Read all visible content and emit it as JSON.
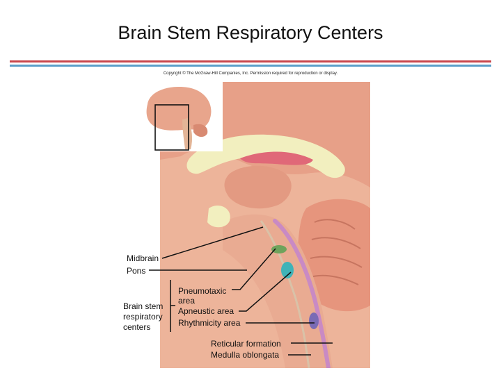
{
  "title": "Brain Stem Respiratory Centers",
  "copyright": "Copyright © The McGraw-Hill Companies, Inc. Permission required for reproduction or display.",
  "labels": {
    "midbrain": "Midbrain",
    "pons": "Pons",
    "pneumotaxic_1": "Pneumotaxic",
    "pneumotaxic_2": "area",
    "apneustic": "Apneustic area",
    "rhythmicity": "Rhythmicity area",
    "group_1": "Brain stem",
    "group_2": "respiratory",
    "group_3": "centers",
    "reticular": "Reticular formation",
    "medulla": "Medulla oblongata"
  },
  "colors": {
    "title_rule_red": "#c9454a",
    "title_rule_blue": "#5b9ec9",
    "brain_tissue": "#e8a58c",
    "pneumotaxic_area": "#6fa35c",
    "apneustic_area": "#3fb3b8",
    "rhythmicity_area": "#7a6bb5",
    "reticular_formation": "#c98ac4"
  }
}
